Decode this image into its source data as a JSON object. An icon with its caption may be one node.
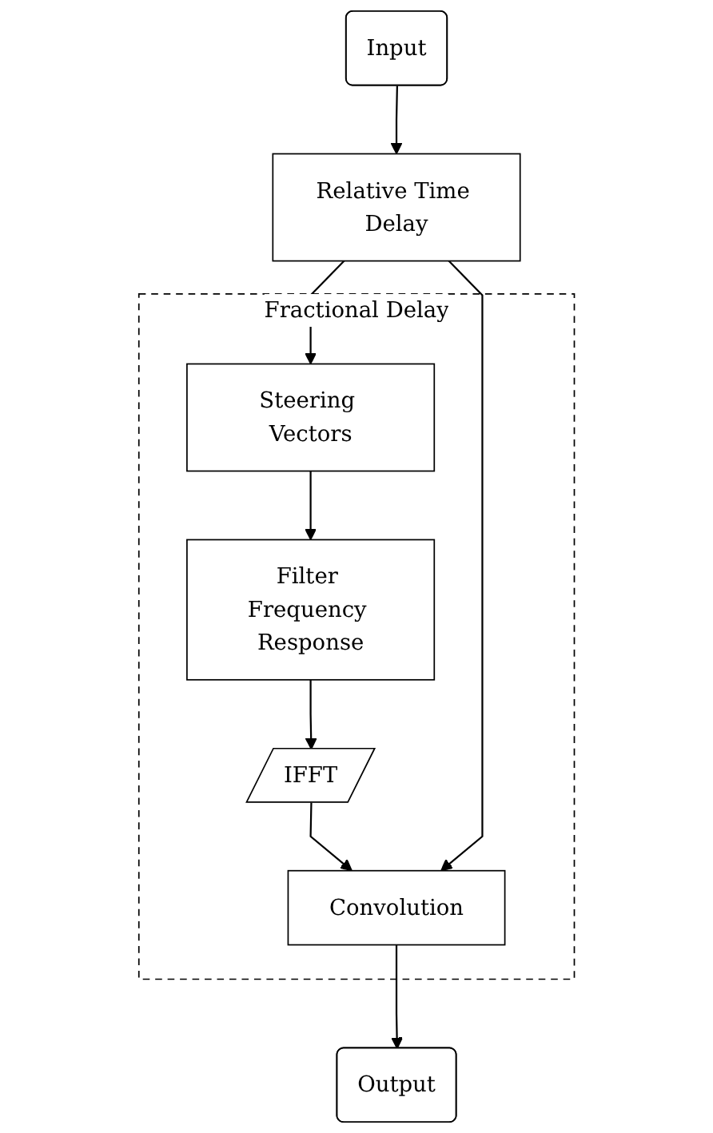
{
  "diagram": {
    "nodes": [
      {
        "text": [
          "Input"
        ]
      },
      {
        "text": [
          "Relative Time Delay"
        ]
      },
      {
        "text": [
          "Fractional Delay"
        ]
      },
      {
        "text": [
          "Steering Vectors"
        ],
        "in": 2
      },
      {
        "text": [
          "Filter Frequency Response"
        ],
        "in": 2
      },
      {
        "text": [
          "IFFT"
        ],
        "in": 2
      },
      {
        "text": [
          "Convolution"
        ],
        "in": 2
      },
      {
        "text": [
          "Output"
        ]
      }
    ],
    "edges": [
      {
        "from": 0,
        "to": 1,
        "arrow": "to"
      },
      {
        "from": 1,
        "to": 3,
        "arrow": "to"
      },
      {
        "from": 3,
        "to": 4,
        "arrow": "to"
      },
      {
        "from": 4,
        "to": 5,
        "arrow": "to"
      },
      {
        "from": 5,
        "to": 6,
        "arrow": "to"
      },
      {
        "from": 1,
        "to": 6,
        "arrow": "to"
      },
      {
        "from": 6,
        "to": 7,
        "arrow": "to"
      }
    ]
  }
}
